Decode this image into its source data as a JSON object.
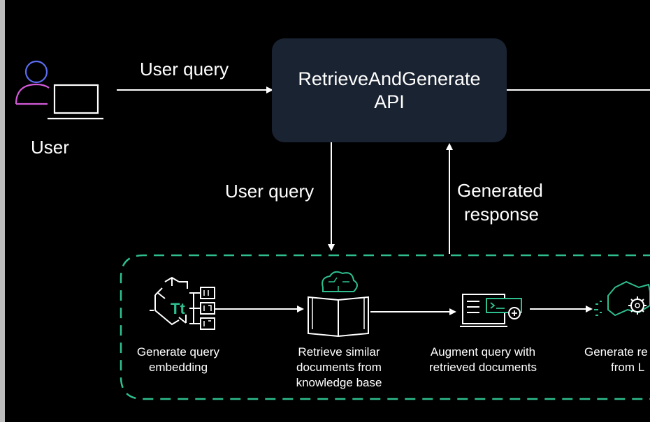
{
  "user": {
    "label": "User"
  },
  "api": {
    "line1": "RetrieveAndGenerate",
    "line2": "API"
  },
  "arrows": {
    "user_query_top": "User query",
    "user_query_down": "User query",
    "generated_response_line1": "Generated",
    "generated_response_line2": "response"
  },
  "steps": [
    {
      "line1": "Generate query",
      "line2": "embedding",
      "line3": ""
    },
    {
      "line1": "Retrieve similar",
      "line2": "documents from",
      "line3": "knowledge base"
    },
    {
      "line1": "Augment query with",
      "line2": "retrieved documents",
      "line3": ""
    },
    {
      "line1": "Generate re",
      "line2": "from L",
      "line3": ""
    }
  ],
  "icons": {
    "embedding_glyph": "Tt"
  },
  "colors": {
    "background": "#000000",
    "api_box": "#1a2332",
    "accent_green": "#2fbf8f",
    "user_head": "#5b6cf0",
    "user_body": "#d35ad8"
  }
}
